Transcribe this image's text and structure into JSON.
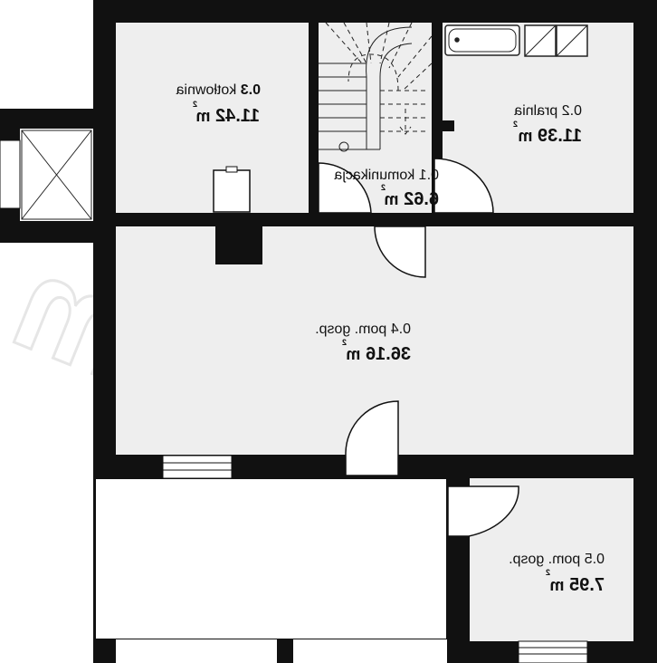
{
  "watermark": "extradom",
  "rooms": [
    {
      "id": "0.1",
      "name": "komunikacja",
      "area": "6.62",
      "unit": "m",
      "sup": "2"
    },
    {
      "id": "0.2",
      "name": "pralnia",
      "area": "11.39",
      "unit": "m",
      "sup": "2"
    },
    {
      "id": "0.3",
      "name": "kotłownia",
      "area": "11.42",
      "unit": "m",
      "sup": "2"
    },
    {
      "id": "0.4",
      "name": "pom. gosp.",
      "area": "36.16",
      "unit": "m",
      "sup": "2"
    },
    {
      "id": "0.5",
      "name": "pom. gosp.",
      "area": "7.95",
      "unit": "m",
      "sup": "2"
    }
  ],
  "colors": {
    "wall": "#111111",
    "room_fill": "#eeeeee",
    "line": "#222222"
  }
}
